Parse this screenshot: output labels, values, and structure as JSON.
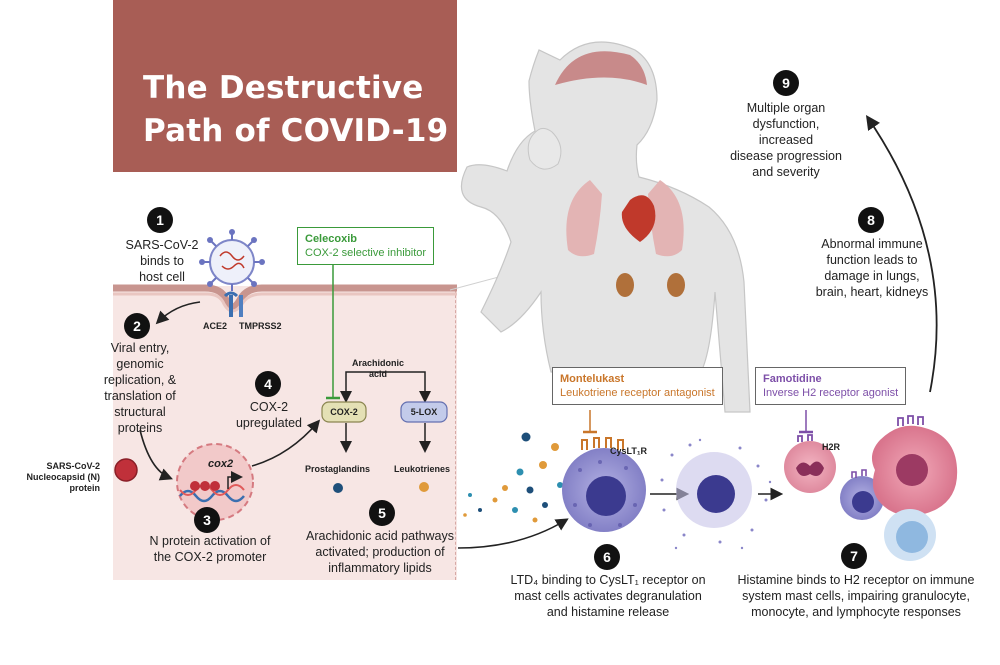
{
  "title": {
    "line1": "The Destructive",
    "line2": "Path of COVID-19"
  },
  "steps": [
    {
      "number": "1",
      "lines": [
        "SARS-CoV-2",
        "binds to",
        "host cell"
      ]
    },
    {
      "number": "2",
      "lines": [
        "Viral entry,",
        "genomic",
        "replication, &",
        "translation of",
        "structural",
        "proteins"
      ]
    },
    {
      "number": "3",
      "lines": [
        "N protein activation of",
        "the COX-2 promoter"
      ]
    },
    {
      "number": "4",
      "lines": [
        "COX-2",
        "upregulated"
      ]
    },
    {
      "number": "5",
      "lines": [
        "Arachidonic acid pathways",
        "activated; production of",
        "inflammatory lipids"
      ]
    },
    {
      "number": "6",
      "lines": [
        "LTD₄ binding to CysLT₁ receptor on",
        "mast cells activates degranulation",
        "and histamine release"
      ]
    },
    {
      "number": "7",
      "lines": [
        "Histamine binds to H2 receptor on immune",
        "system mast cells, impairing granulocyte,",
        "monocyte, and lymphocyte responses"
      ]
    },
    {
      "number": "8",
      "lines": [
        "Abnormal immune",
        "function leads to",
        "damage in lungs,",
        "brain, heart, kidneys"
      ]
    },
    {
      "number": "9",
      "lines": [
        "Multiple organ",
        "dysfunction, increased",
        "disease progression",
        "and severity"
      ]
    }
  ],
  "drugs": {
    "celecoxib": {
      "name": "Celecoxib",
      "desc": "COX-2 selective inhibitor",
      "color": "#3a9a3a"
    },
    "montelukast": {
      "name": "Montelukast",
      "desc": "Leukotriene receptor antagonist",
      "color": "#c9762a"
    },
    "famotidine": {
      "name": "Famotidine",
      "desc": "Inverse H2 receptor agonist",
      "color": "#7d4fa8"
    }
  },
  "labels": {
    "ace2": "ACE2",
    "tmprss2": "TMPRSS2",
    "nprotein": [
      "SARS-CoV-2",
      "Nucleocapsid (N)",
      "protein"
    ],
    "cox2_gene": "cox2",
    "arachidonic": [
      "Arachidonic",
      "acid"
    ],
    "cox2_enzyme": "COX-2",
    "lox5": "5-LOX",
    "prostaglandins": "Prostaglandins",
    "leukotrienes": "Leukotrienes",
    "cyslt1r": "CysLT₁R",
    "h2r": "H2R"
  },
  "colors": {
    "title_bg": "#a85d55",
    "panel_bg": "#f7e6e4",
    "mast_cell": "#8a86c9",
    "nucleus": "#3b3a8f",
    "pink_cell": "#d9758d",
    "lymphocyte": "#8fb8e0"
  }
}
